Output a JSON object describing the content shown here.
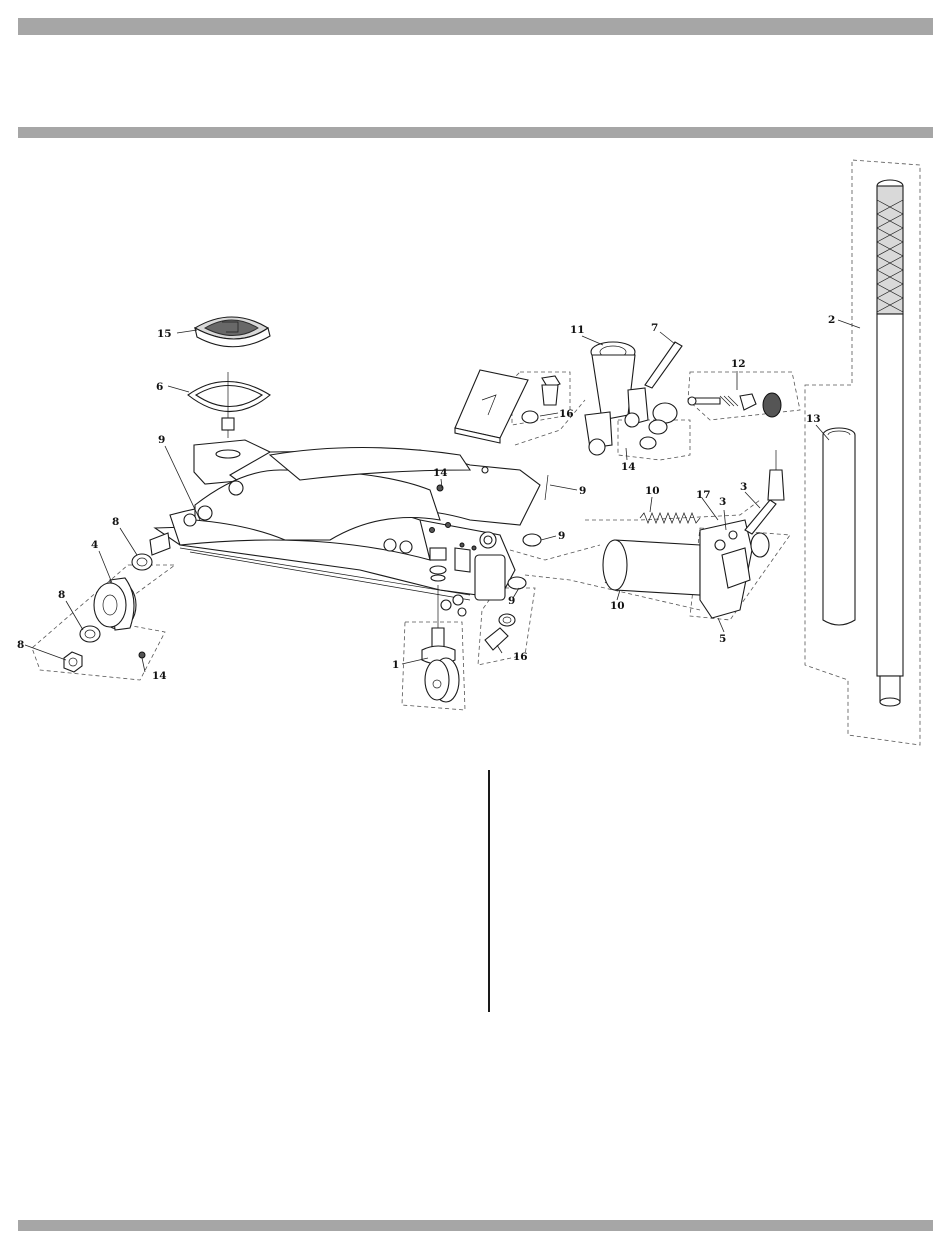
{
  "header": {
    "top_bar_color": "#a6a6a6",
    "divider_color": "#1a1a1a"
  },
  "diagram": {
    "callouts": [
      {
        "id": "c15",
        "label": "15"
      },
      {
        "id": "c6",
        "label": "6"
      },
      {
        "id": "c9a",
        "label": "9"
      },
      {
        "id": "c8a",
        "label": "8"
      },
      {
        "id": "c4",
        "label": "4"
      },
      {
        "id": "c8b",
        "label": "8"
      },
      {
        "id": "c8c",
        "label": "8"
      },
      {
        "id": "c14a",
        "label": "14"
      },
      {
        "id": "c14b",
        "label": "14"
      },
      {
        "id": "c1",
        "label": "1"
      },
      {
        "id": "c16a",
        "label": "16"
      },
      {
        "id": "c16b",
        "label": "16"
      },
      {
        "id": "c9b",
        "label": "9"
      },
      {
        "id": "c9c",
        "label": "9"
      },
      {
        "id": "c9d",
        "label": "9"
      },
      {
        "id": "c11",
        "label": "11"
      },
      {
        "id": "c7",
        "label": "7"
      },
      {
        "id": "c12",
        "label": "12"
      },
      {
        "id": "c14c",
        "label": "14"
      },
      {
        "id": "c10a",
        "label": "10"
      },
      {
        "id": "c10b",
        "label": "10"
      },
      {
        "id": "c17",
        "label": "17"
      },
      {
        "id": "c3a",
        "label": "3"
      },
      {
        "id": "c3b",
        "label": "3"
      },
      {
        "id": "c5",
        "label": "5"
      },
      {
        "id": "c2",
        "label": "2"
      },
      {
        "id": "c13",
        "label": "13"
      }
    ]
  }
}
